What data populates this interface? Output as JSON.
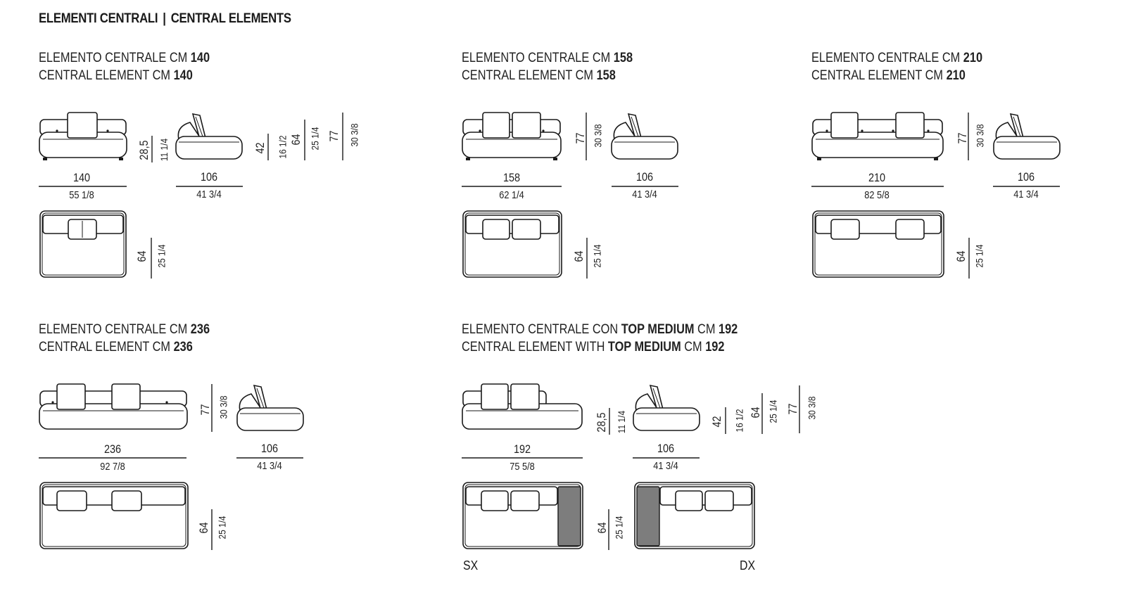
{
  "header": {
    "title_it": "ELEMENTI CENTRALI",
    "separator": "|",
    "title_en": "CENTRAL ELEMENTS"
  },
  "blocks": {
    "b140": {
      "it_prefix": "ELEMENTO CENTRALE CM ",
      "it_bold": "140",
      "en_prefix": "CENTRAL ELEMENT CM ",
      "en_bold": "140",
      "front_w_cm": "140",
      "front_w_in": "55 1/8",
      "front_h_cm": "28,5",
      "front_h_in": "11 1/4",
      "side_w_cm": "106",
      "side_w_in": "41 3/4",
      "seat_h_cm": "42",
      "seat_h_in": "16 1/2",
      "arm_h_cm": "64",
      "arm_h_in": "25 1/4",
      "back_h_cm": "77",
      "back_h_in": "30 3/8",
      "plan_d_cm": "64",
      "plan_d_in": "25 1/4"
    },
    "b158": {
      "it_prefix": "ELEMENTO CENTRALE CM ",
      "it_bold": "158",
      "en_prefix": "CENTRAL ELEMENT CM ",
      "en_bold": "158",
      "front_w_cm": "158",
      "front_w_in": "62 1/4",
      "back_h_cm": "77",
      "back_h_in": "30 3/8",
      "side_w_cm": "106",
      "side_w_in": "41 3/4",
      "plan_d_cm": "64",
      "plan_d_in": "25 1/4"
    },
    "b210": {
      "it_prefix": "ELEMENTO CENTRALE CM ",
      "it_bold": "210",
      "en_prefix": "CENTRAL ELEMENT CM ",
      "en_bold": "210",
      "front_w_cm": "210",
      "front_w_in": "82 5/8",
      "back_h_cm": "77",
      "back_h_in": "30 3/8",
      "side_w_cm": "106",
      "side_w_in": "41 3/4",
      "plan_d_cm": "64",
      "plan_d_in": "25 1/4"
    },
    "b236": {
      "it_prefix": "ELEMENTO CENTRALE CM ",
      "it_bold": "236",
      "en_prefix": "CENTRAL ELEMENT CM ",
      "en_bold": "236",
      "front_w_cm": "236",
      "front_w_in": "92 7/8",
      "back_h_cm": "77",
      "back_h_in": "30 3/8",
      "side_w_cm": "106",
      "side_w_in": "41 3/4",
      "plan_d_cm": "64",
      "plan_d_in": "25 1/4"
    },
    "b192": {
      "it_prefix": "ELEMENTO CENTRALE CON ",
      "it_bold": "TOP MEDIUM",
      "it_mid": " CM ",
      "it_bold2": "192",
      "en_prefix": "CENTRAL ELEMENT WITH ",
      "en_bold": "TOP MEDIUM",
      "en_mid": " CM ",
      "en_bold2": "192",
      "front_w_cm": "192",
      "front_w_in": "75 5/8",
      "front_h_cm": "28,5",
      "front_h_in": "11 1/4",
      "side_w_cm": "106",
      "side_w_in": "41 3/4",
      "seat_h_cm": "42",
      "seat_h_in": "16 1/2",
      "arm_h_cm": "64",
      "arm_h_in": "25 1/4",
      "back_h_cm": "77",
      "back_h_in": "30 3/8",
      "plan_d_cm": "64",
      "plan_d_in": "25 1/4",
      "left_tag": "SX",
      "right_tag": "DX"
    }
  },
  "colors": {
    "line": "#1a1a1a",
    "top_fill": "#7d7d7d",
    "background": "#ffffff"
  }
}
